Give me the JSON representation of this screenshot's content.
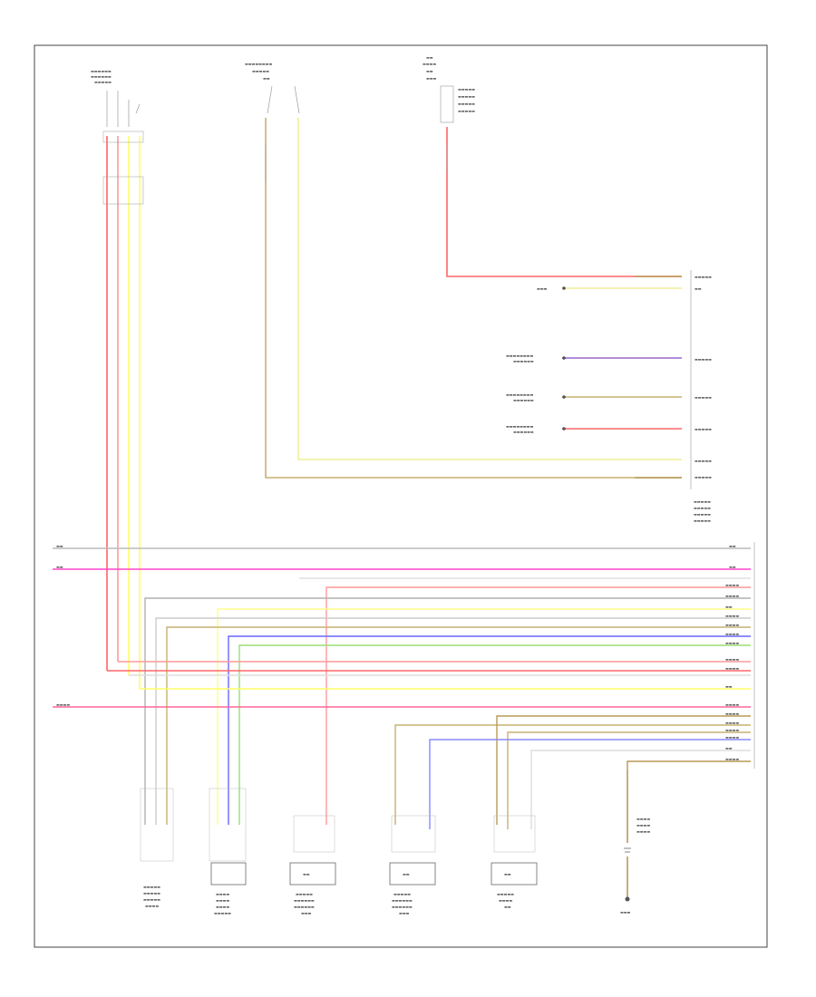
{
  "reference_code": "",
  "colors": {
    "frame": "#444444",
    "wire_red": "#ff6666",
    "wire_yellow": "#ffff66",
    "wire_tan": "#c8b070",
    "wire_brown_tan": "#b89a55",
    "wire_gray": "#b0b0b0",
    "wire_pink": "#ff44cc",
    "wire_blue": "#6666ff",
    "wire_green": "#99dd77",
    "wire_purple": "#9966cc",
    "wire_black": "#777777",
    "wire_light": "#dddddd"
  },
  "components": [
    {
      "id": "top-left-sensor",
      "icon": "connector-icon"
    },
    {
      "id": "top-mid-sensor",
      "icon": "connector-icon"
    },
    {
      "id": "top-right-sensor",
      "icon": "connector-icon"
    },
    {
      "id": "ecm-connector-upper",
      "icon": "connector-pins-icon"
    },
    {
      "id": "ecm-connector-lower",
      "icon": "connector-pins-icon"
    },
    {
      "id": "bottom-sensor-1",
      "icon": "sensor-icon"
    },
    {
      "id": "bottom-sensor-2",
      "icon": "sensor-box-icon"
    },
    {
      "id": "bottom-sensor-3",
      "icon": "sensor-box-icon"
    },
    {
      "id": "bottom-sensor-4",
      "icon": "sensor-box-icon"
    },
    {
      "id": "bottom-sensor-5",
      "icon": "sensor-box-icon"
    },
    {
      "id": "ground",
      "icon": "ground-icon"
    }
  ]
}
